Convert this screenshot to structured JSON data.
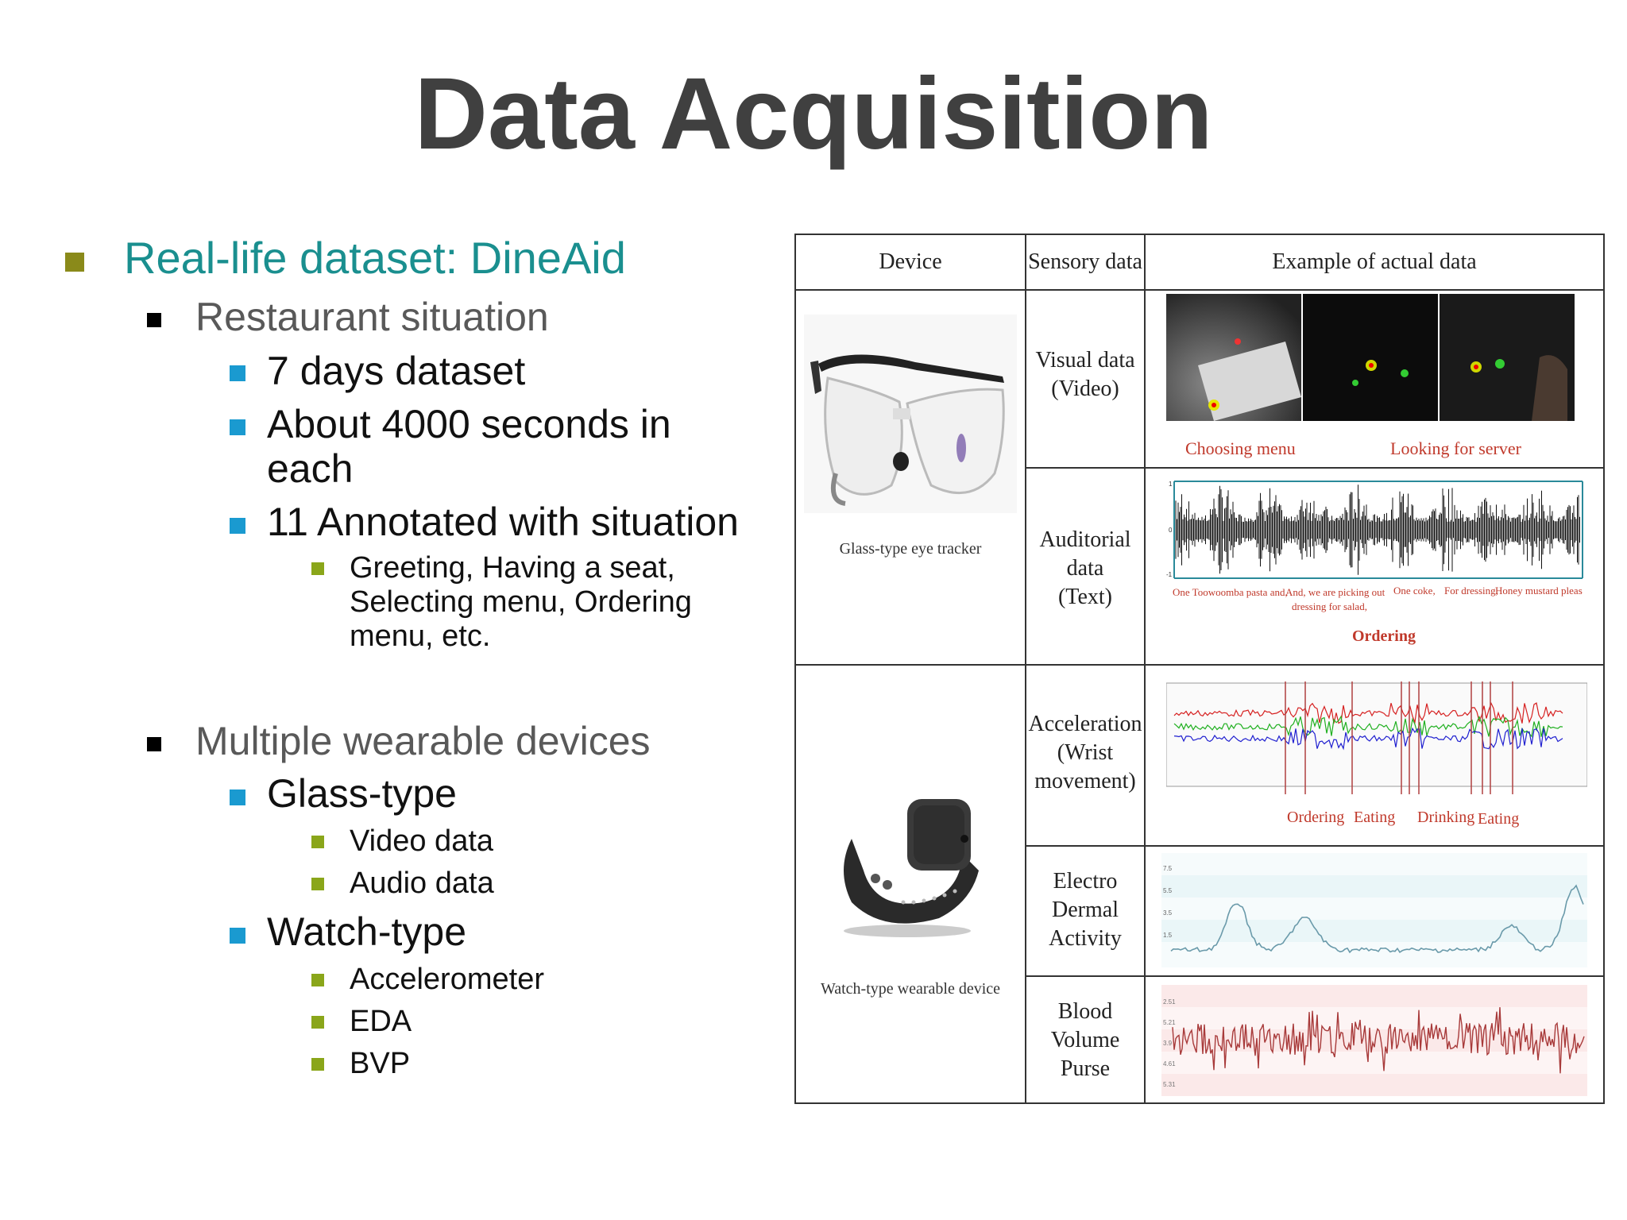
{
  "slide": {
    "title": "Data Acquisition",
    "bullets": {
      "dataset": "Real-life dataset: DineAid",
      "restaurant": "Restaurant situation",
      "days": "7 days dataset",
      "seconds": "About 4000 seconds in each",
      "annotated": "11 Annotated with situation",
      "situations": "Greeting, Having a seat, Selecting menu, Ordering menu, etc.",
      "wearables": "Multiple wearable devices",
      "glass": "Glass-type",
      "video": "Video data",
      "audio": "Audio data",
      "watch": "Watch-type",
      "accel": "Accelerometer",
      "eda": "EDA",
      "bvp": "BVP"
    },
    "colors": {
      "title": "#404040",
      "l0_bullet": "#8a8a1a",
      "l0_text": "#1a8f8f",
      "l1_bullet": "#000000",
      "l2_bullet": "#1a9ad0",
      "l3_bullet": "#8aa61a"
    }
  },
  "table": {
    "headers": {
      "device": "Device",
      "sensory": "Sensory data",
      "example": "Example of actual data"
    },
    "devices": {
      "glass": "Glass-type  eye  tracker",
      "watch": "Watch-type  wearable  device"
    },
    "sensory": {
      "visual_l1": "Visual data",
      "visual_l2": "(Video)",
      "aud_l1": "Auditorial",
      "aud_l2": "data",
      "aud_l3": "(Text)",
      "acc_l1": "Acceleration",
      "acc_l2": "(Wrist",
      "acc_l3": "movement)",
      "eda_l1": "Electro",
      "eda_l2": "Dermal",
      "eda_l3": "Activity",
      "bvp_l1": "Blood",
      "bvp_l2": "Volume",
      "bvp_l3": "Purse"
    },
    "video_labels": {
      "choosing": "Choosing  menu",
      "looking": "Looking  for server"
    },
    "audio_labels": {
      "t1": "One Toowoomba pasta and,",
      "t2": "And, we are picking out",
      "t2b": "dressing for salad,",
      "t3": "One coke,",
      "t4": "For dressing,",
      "t5": "Honey mustard pleas",
      "ordering": "Ordering",
      "y_pos": "1",
      "y_zero": "0",
      "y_neg": "-1"
    },
    "acc_labels": {
      "ordering": "Ordering",
      "eating1": "Eating",
      "drinking": "Drinking",
      "eating2": "Eating"
    },
    "eda_ticks": [
      "7.5",
      "5.5",
      "3.5",
      "1.5"
    ],
    "bvp_ticks": [
      "2.51",
      "5.21",
      "3.9",
      "4.61",
      "5.31"
    ]
  }
}
